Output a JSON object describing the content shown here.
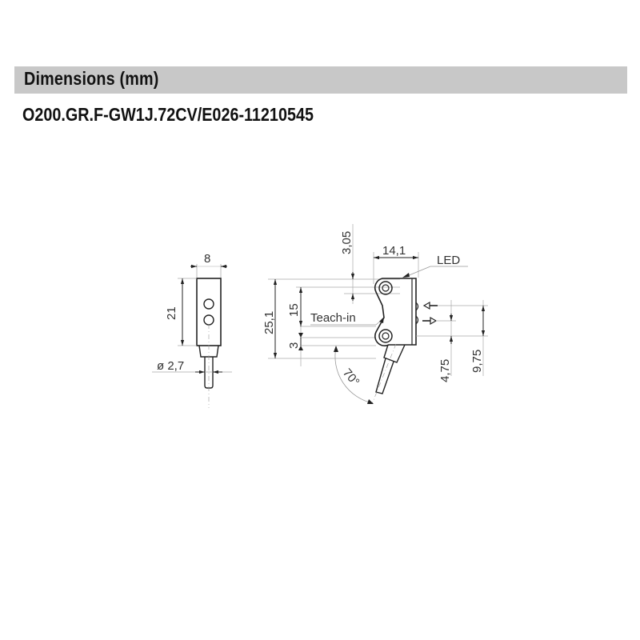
{
  "header": {
    "title": "Dimensions  (mm)",
    "model": "O200.GR.F-GW1J.72CV/E026-11210545"
  },
  "drawing": {
    "side_view": {
      "width_label": "8",
      "height_label": "21",
      "cable_diameter_label": "ø  2,7"
    },
    "front_view": {
      "top_offset_label": "3,05",
      "depth_label": "14,1",
      "led_label": "LED",
      "total_height_label": "25,1",
      "hole_spacing_label": "15",
      "bottom_offset_label": "3",
      "teach_in_label": "Teach-in",
      "angle_label": "70°",
      "optical_axis_offset_label": "4,75",
      "emitter_offset_label": "9,75"
    }
  },
  "colors": {
    "band": "#c8c8c8",
    "line": "#222222",
    "thin_line": "#999999"
  }
}
